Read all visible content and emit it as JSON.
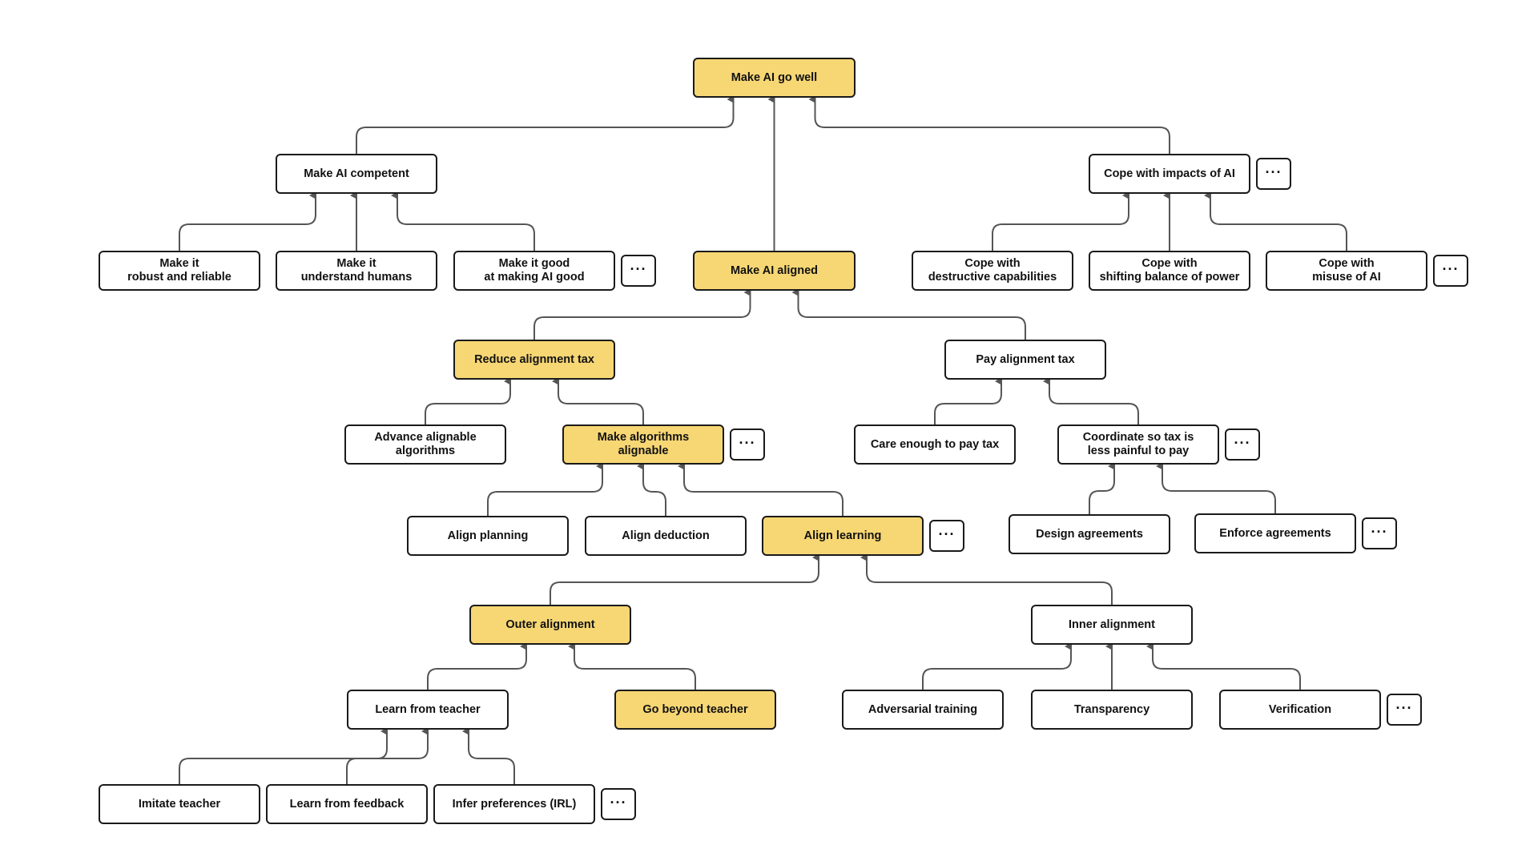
{
  "diagram": {
    "colors": {
      "highlight": "#f7d774",
      "plain": "#ffffff",
      "border": "#1a1a1a",
      "edge": "#555555"
    },
    "more_label": "···",
    "nodes": [
      {
        "id": "go-well",
        "label": "Make AI go well",
        "highlight": true
      },
      {
        "id": "competent",
        "label": "Make AI competent",
        "highlight": false
      },
      {
        "id": "aligned",
        "label": "Make AI aligned",
        "highlight": true
      },
      {
        "id": "cope",
        "label": "Cope with impacts of AI",
        "highlight": false,
        "more": true
      },
      {
        "id": "robust",
        "label": "Make it\nrobust and reliable",
        "highlight": false
      },
      {
        "id": "understand",
        "label": "Make it\nunderstand humans",
        "highlight": false
      },
      {
        "id": "good-at-ai",
        "label": "Make it good\nat making AI good",
        "highlight": false,
        "more": true
      },
      {
        "id": "cope-destructive",
        "label": "Cope with\ndestructive capabilities",
        "highlight": false
      },
      {
        "id": "cope-power",
        "label": "Cope with\nshifting balance of power",
        "highlight": false
      },
      {
        "id": "cope-misuse",
        "label": "Cope with\nmisuse of AI",
        "highlight": false,
        "more": true
      },
      {
        "id": "reduce-tax",
        "label": "Reduce alignment tax",
        "highlight": true
      },
      {
        "id": "pay-tax",
        "label": "Pay alignment tax",
        "highlight": false
      },
      {
        "id": "advance-alg",
        "label": "Advance alignable\nalgorithms",
        "highlight": false
      },
      {
        "id": "make-alg",
        "label": "Make algorithms\nalignable",
        "highlight": true,
        "more": true
      },
      {
        "id": "care-tax",
        "label": "Care enough to pay tax",
        "highlight": false
      },
      {
        "id": "coordinate",
        "label": "Coordinate so tax is\nless painful to pay",
        "highlight": false,
        "more": true
      },
      {
        "id": "align-planning",
        "label": "Align planning",
        "highlight": false
      },
      {
        "id": "align-deduction",
        "label": "Align deduction",
        "highlight": false
      },
      {
        "id": "align-learning",
        "label": "Align learning",
        "highlight": true,
        "more": true
      },
      {
        "id": "design-agree",
        "label": "Design agreements",
        "highlight": false
      },
      {
        "id": "enforce-agree",
        "label": "Enforce agreements",
        "highlight": false,
        "more": true
      },
      {
        "id": "outer",
        "label": "Outer alignment",
        "highlight": true
      },
      {
        "id": "inner",
        "label": "Inner alignment",
        "highlight": false
      },
      {
        "id": "learn-teacher",
        "label": "Learn from teacher",
        "highlight": false
      },
      {
        "id": "beyond-teacher",
        "label": "Go beyond teacher",
        "highlight": true
      },
      {
        "id": "adversarial",
        "label": "Adversarial training",
        "highlight": false
      },
      {
        "id": "transparency",
        "label": "Transparency",
        "highlight": false
      },
      {
        "id": "verification",
        "label": "Verification",
        "highlight": false,
        "more": true
      },
      {
        "id": "imitate",
        "label": "Imitate teacher",
        "highlight": false
      },
      {
        "id": "feedback",
        "label": "Learn from feedback",
        "highlight": false
      },
      {
        "id": "irl",
        "label": "Infer preferences (IRL)",
        "highlight": false,
        "more": true
      }
    ],
    "edges": [
      {
        "from": "competent",
        "to": "go-well"
      },
      {
        "from": "aligned",
        "to": "go-well"
      },
      {
        "from": "cope",
        "to": "go-well"
      },
      {
        "from": "robust",
        "to": "competent"
      },
      {
        "from": "understand",
        "to": "competent"
      },
      {
        "from": "good-at-ai",
        "to": "competent"
      },
      {
        "from": "cope-destructive",
        "to": "cope"
      },
      {
        "from": "cope-power",
        "to": "cope"
      },
      {
        "from": "cope-misuse",
        "to": "cope"
      },
      {
        "from": "reduce-tax",
        "to": "aligned"
      },
      {
        "from": "pay-tax",
        "to": "aligned"
      },
      {
        "from": "advance-alg",
        "to": "reduce-tax"
      },
      {
        "from": "make-alg",
        "to": "reduce-tax"
      },
      {
        "from": "care-tax",
        "to": "pay-tax"
      },
      {
        "from": "coordinate",
        "to": "pay-tax"
      },
      {
        "from": "align-planning",
        "to": "make-alg"
      },
      {
        "from": "align-deduction",
        "to": "make-alg"
      },
      {
        "from": "align-learning",
        "to": "make-alg"
      },
      {
        "from": "design-agree",
        "to": "coordinate"
      },
      {
        "from": "enforce-agree",
        "to": "coordinate"
      },
      {
        "from": "outer",
        "to": "align-learning"
      },
      {
        "from": "inner",
        "to": "align-learning"
      },
      {
        "from": "learn-teacher",
        "to": "outer"
      },
      {
        "from": "beyond-teacher",
        "to": "outer"
      },
      {
        "from": "adversarial",
        "to": "inner"
      },
      {
        "from": "transparency",
        "to": "inner"
      },
      {
        "from": "verification",
        "to": "inner"
      },
      {
        "from": "imitate",
        "to": "learn-teacher"
      },
      {
        "from": "feedback",
        "to": "learn-teacher"
      },
      {
        "from": "irl",
        "to": "learn-teacher"
      }
    ]
  }
}
